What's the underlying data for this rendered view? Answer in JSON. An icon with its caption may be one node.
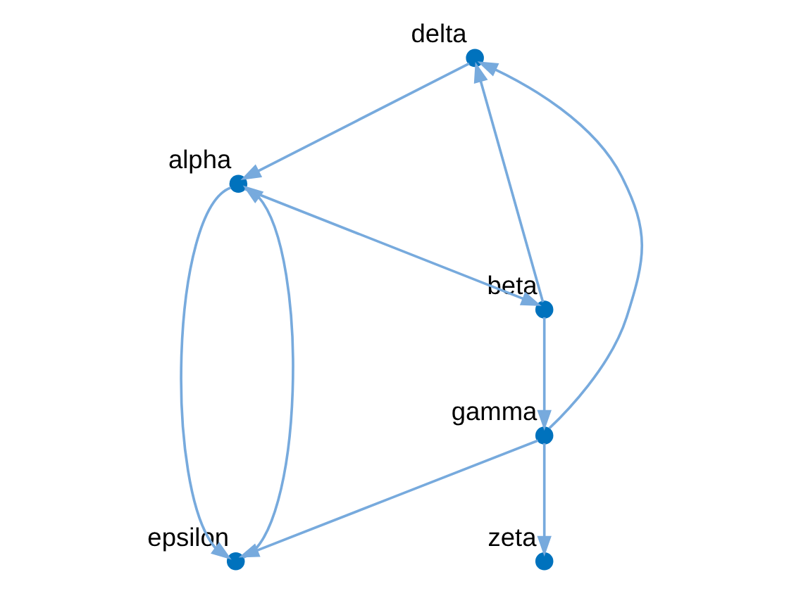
{
  "diagram": {
    "nodes": [
      {
        "text": [],
        "shape": "circle",
        "beside": [
          "delta"
        ]
      },
      {
        "text": [],
        "shape": "circle",
        "beside": [
          "epsilon"
        ]
      },
      {
        "text": [],
        "shape": "circle",
        "beside": [
          "alpha"
        ]
      },
      {
        "text": [],
        "shape": "circle",
        "beside": [
          "beta"
        ]
      },
      {
        "text": [],
        "shape": "circle",
        "beside": [
          "gamma"
        ]
      },
      {
        "text": [],
        "shape": "circle",
        "beside": [
          "zeta"
        ]
      }
    ],
    "edges": [
      {
        "from": 3,
        "to": 0,
        "arrow": "to"
      },
      {
        "from": 0,
        "to": 2,
        "arrow": "to"
      },
      {
        "from": 2,
        "to": 1,
        "arrow": "to"
      },
      {
        "from": 1,
        "to": 2,
        "arrow": "to"
      },
      {
        "from": 2,
        "to": 3,
        "arrow": "to"
      },
      {
        "from": 4,
        "to": 0,
        "arrow": "to"
      },
      {
        "from": 3,
        "to": 4,
        "arrow": "to"
      },
      {
        "from": 4,
        "to": 1,
        "arrow": "to"
      },
      {
        "from": 4,
        "to": 5,
        "arrow": "to"
      }
    ]
  }
}
